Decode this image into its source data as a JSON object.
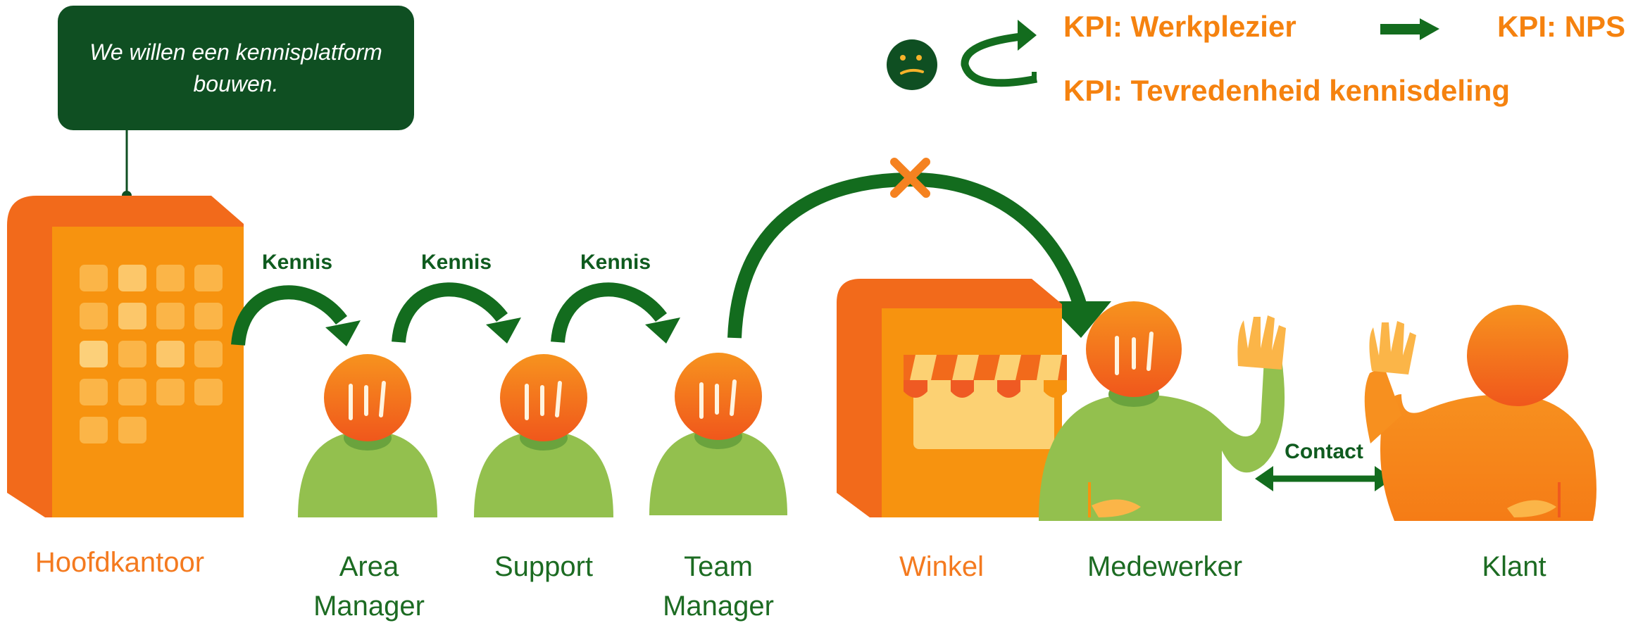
{
  "colors": {
    "dark_green": "#0f4f22",
    "arrow_green": "#136c1e",
    "light_green": "#93c04e",
    "orange": "#f58a0b",
    "orange_dark": "#f26a1b",
    "orange_label": "#f47a1f"
  },
  "speech_bubble": {
    "line1": "We willen een kennisplatform",
    "line2": "bouwen."
  },
  "kpis": {
    "werkplezier": "KPI: Werkplezier",
    "nps": "KPI: NPS",
    "tevredenheid": "KPI: Tevredenheid kennisdeling"
  },
  "flow": {
    "kennis_1": "Kennis",
    "kennis_2": "Kennis",
    "kennis_3": "Kennis",
    "contact": "Contact"
  },
  "labels": {
    "hoofdkantoor": "Hoofdkantoor",
    "area_manager_1": "Area",
    "area_manager_2": "Manager",
    "support": "Support",
    "team_manager_1": "Team",
    "team_manager_2": "Manager",
    "winkel": "Winkel",
    "medewerker": "Medewerker",
    "klant": "Klant"
  },
  "icons": {
    "sad_face": "sad-face-icon",
    "blocked": "cross-icon"
  }
}
